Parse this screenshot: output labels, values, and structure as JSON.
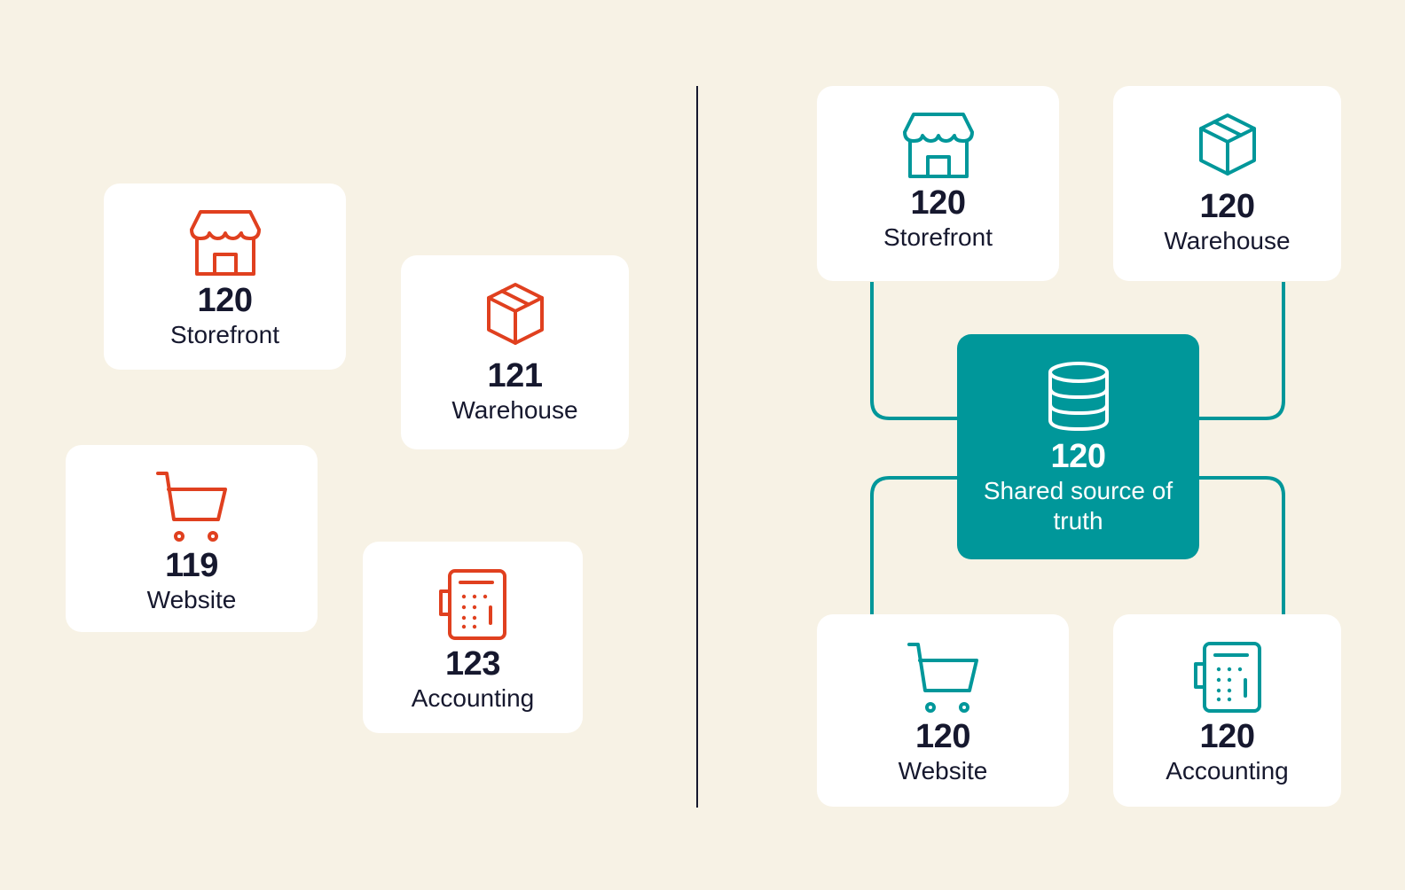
{
  "colors": {
    "background": "#f7f2e5",
    "card": "#ffffff",
    "text": "#16182e",
    "left_accent": "#e0401f",
    "right_accent": "#00979a"
  },
  "left_panel": {
    "storefront": {
      "value": "120",
      "label": "Storefront",
      "icon": "storefront-icon"
    },
    "warehouse": {
      "value": "121",
      "label": "Warehouse",
      "icon": "box-icon"
    },
    "website": {
      "value": "119",
      "label": "Website",
      "icon": "cart-icon"
    },
    "accounting": {
      "value": "123",
      "label": "Accounting",
      "icon": "calculator-icon"
    }
  },
  "right_panel": {
    "storefront": {
      "value": "120",
      "label": "Storefront",
      "icon": "storefront-icon"
    },
    "warehouse": {
      "value": "120",
      "label": "Warehouse",
      "icon": "box-icon"
    },
    "website": {
      "value": "120",
      "label": "Website",
      "icon": "cart-icon"
    },
    "accounting": {
      "value": "120",
      "label": "Accounting",
      "icon": "calculator-icon"
    },
    "hub": {
      "value": "120",
      "label": "Shared source of truth",
      "icon": "database-icon"
    }
  }
}
